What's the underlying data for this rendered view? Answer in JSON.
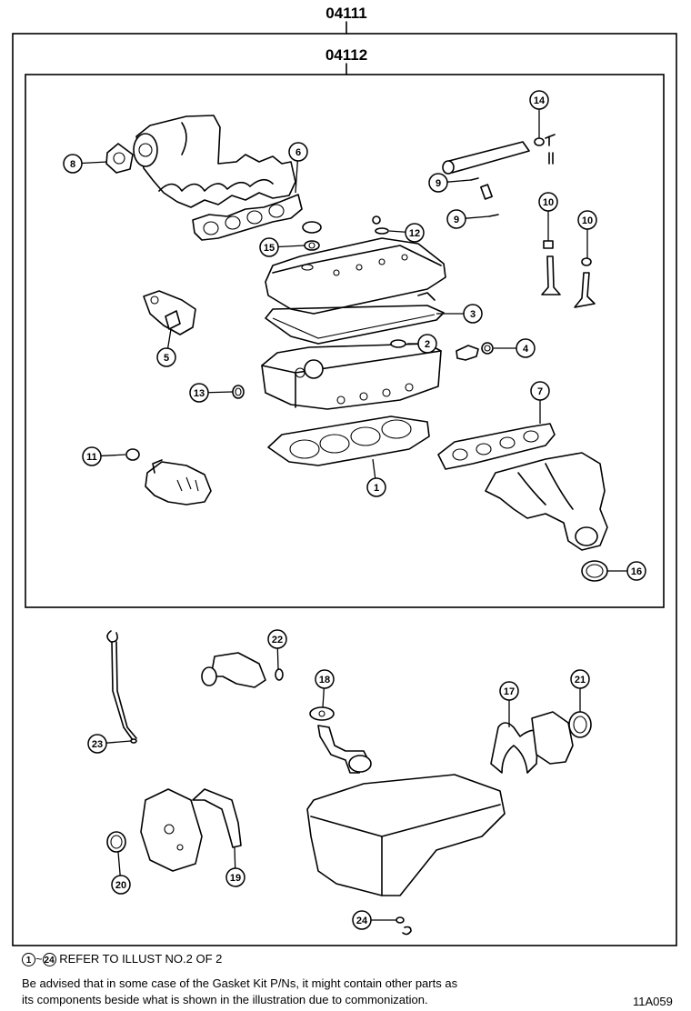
{
  "outer_part_number": "04111",
  "inner_part_number": "04112",
  "callouts": [
    {
      "id": "c1",
      "label": "1"
    },
    {
      "id": "c2",
      "label": "2"
    },
    {
      "id": "c3",
      "label": "3"
    },
    {
      "id": "c4",
      "label": "4"
    },
    {
      "id": "c5",
      "label": "5"
    },
    {
      "id": "c6",
      "label": "6"
    },
    {
      "id": "c7",
      "label": "7"
    },
    {
      "id": "c8",
      "label": "8"
    },
    {
      "id": "c9a",
      "label": "9"
    },
    {
      "id": "c9b",
      "label": "9"
    },
    {
      "id": "c10a",
      "label": "10"
    },
    {
      "id": "c10b",
      "label": "10"
    },
    {
      "id": "c11",
      "label": "11"
    },
    {
      "id": "c12",
      "label": "12"
    },
    {
      "id": "c13",
      "label": "13"
    },
    {
      "id": "c14",
      "label": "14"
    },
    {
      "id": "c15",
      "label": "15"
    },
    {
      "id": "c16",
      "label": "16"
    },
    {
      "id": "c17",
      "label": "17"
    },
    {
      "id": "c18",
      "label": "18"
    },
    {
      "id": "c19",
      "label": "19"
    },
    {
      "id": "c20",
      "label": "20"
    },
    {
      "id": "c21",
      "label": "21"
    },
    {
      "id": "c22",
      "label": "22"
    },
    {
      "id": "c23",
      "label": "23"
    },
    {
      "id": "c24",
      "label": "24"
    }
  ],
  "notes": {
    "ref_start": "1",
    "ref_tilde": "~",
    "ref_end": "24",
    "ref_text": " REFER TO ILLUST NO.2 OF 2",
    "advice_line1": "Be advised that in some case of the Gasket Kit P/Ns,  it might contain other parts as",
    "advice_line2": "its components beside what is shown in the illustration due to commonization."
  },
  "illustration_code": "11A059"
}
